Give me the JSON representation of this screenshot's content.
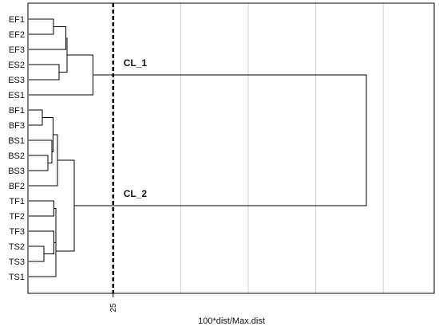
{
  "chart_data": {
    "type": "dendrogram",
    "xlabel": "100*dist/Max.dist",
    "xlim": [
      0,
      100
    ],
    "ticks": [
      {
        "value": 25,
        "label": "25"
      }
    ],
    "grid": true,
    "cut_line": {
      "value": 25,
      "style": "dashed"
    },
    "leaves": [
      "EF1",
      "EF2",
      "EF3",
      "ES2",
      "ES3",
      "ES1",
      "BF1",
      "BF3",
      "BS1",
      "BS2",
      "BS3",
      "BF2",
      "TF1",
      "TF2",
      "TF3",
      "TS2",
      "TS3",
      "TS1"
    ],
    "merges": [
      {
        "id": "m1",
        "a": "EF1",
        "b": "EF2",
        "height": 7.3
      },
      {
        "id": "m2",
        "a": "m1",
        "b": "EF3",
        "height": 11.0
      },
      {
        "id": "m3",
        "a": "ES2",
        "b": "ES3",
        "height": 9.0
      },
      {
        "id": "m4",
        "a": "m2",
        "b": "m3",
        "height": 11.4
      },
      {
        "id": "m5",
        "a": "m4",
        "b": "ES1",
        "height": 19.0
      },
      {
        "id": "m6",
        "a": "BF1",
        "b": "BF3",
        "height": 4.0
      },
      {
        "id": "m7",
        "a": "BS2",
        "b": "BS3",
        "height": 5.7
      },
      {
        "id": "m8",
        "a": "BS1",
        "b": "m7",
        "height": 6.8
      },
      {
        "id": "m9",
        "a": "m6",
        "b": "m8",
        "height": 7.2
      },
      {
        "id": "m10",
        "a": "m9",
        "b": "BF2",
        "height": 8.5
      },
      {
        "id": "m11",
        "a": "TF1",
        "b": "TF2",
        "height": 7.5
      },
      {
        "id": "m12",
        "a": "TS2",
        "b": "TS3",
        "height": 4.5
      },
      {
        "id": "m13",
        "a": "TF3",
        "b": "m12",
        "height": 7.5
      },
      {
        "id": "m14",
        "a": "m11",
        "b": "m13",
        "height": 8.0
      },
      {
        "id": "m15",
        "a": "m14",
        "b": "TS1",
        "height": 8.0
      },
      {
        "id": "m16",
        "a": "m10",
        "b": "m15",
        "height": 13.5
      },
      {
        "id": "m17",
        "a": "m5",
        "b": "m16",
        "height": 100.0
      }
    ],
    "cluster_labels": [
      {
        "text": "CL_1",
        "merge": "m5"
      },
      {
        "text": "CL_2",
        "merge": "m16"
      }
    ],
    "colors": {
      "line": "#000000",
      "grid": "#d0d0d0",
      "frame": "#000000"
    }
  }
}
